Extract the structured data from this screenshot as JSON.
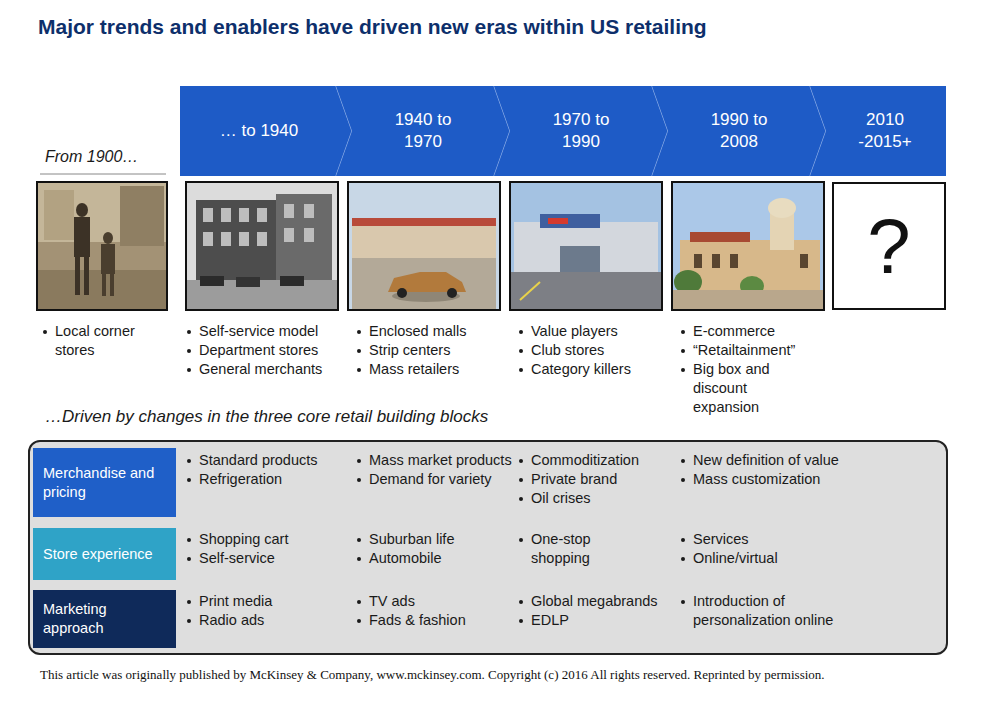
{
  "diagram": {
    "title": "Major trends and enablers have driven new eras within US retailing",
    "caption": "This article was originally published by McKinsey & Company, www.mckinsey.com. Copyright (c) 2016 All rights reserved. Reprinted by permission.",
    "nodes": [
      {
        "text": [
          "… to 1940"
        ]
      },
      {
        "text": [
          "1940 to 1970"
        ]
      },
      {
        "text": [
          "1970 to 1990"
        ]
      },
      {
        "text": [
          "1990 to 2008"
        ]
      },
      {
        "text": [
          "2010 -2015+"
        ]
      },
      {
        "text": [
          "?"
        ]
      },
      {
        "text": [
          "…Driven by changes in the three core retail building blocks"
        ]
      },
      {
        "text": [
          "Merchandise and pricing"
        ],
        "in": 6
      },
      {
        "text": [
          "Store experience"
        ],
        "in": 6
      },
      {
        "text": [
          "Marketing approach"
        ],
        "in": 6
      }
    ],
    "labels": [
      "From 1900…",
      "Local corner stores",
      "Self-service model",
      "Department stores",
      "General merchants",
      "Enclosed malls",
      "Strip centers",
      "Mass retailers",
      "Value players",
      "Club stores",
      "Category killers",
      "E-commerce",
      "“Retailtainment”",
      "Big box and discount expansion",
      "Standard products",
      "Refrigeration",
      "Mass market products",
      "Demand for variety",
      "Commoditization",
      "Private brand",
      "Oil crises",
      "New definition of value",
      "Mass customization",
      "Shopping cart",
      "Self-service",
      "Suburban life",
      "Automobile",
      "One-stop shopping",
      "Services",
      "Online/virtual",
      "Print media",
      "Radio ads",
      "TV ads",
      "Fads & fashion",
      "Global megabrands",
      "EDLP",
      "Introduction of personalization online"
    ]
  }
}
